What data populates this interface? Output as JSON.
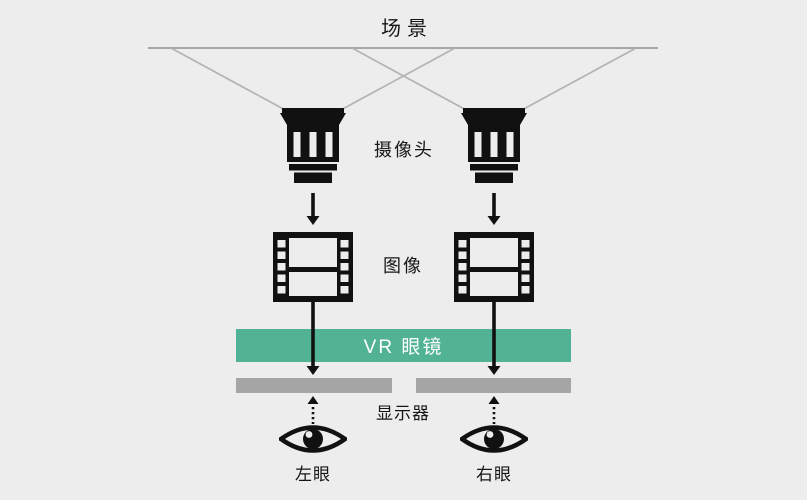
{
  "diagram": {
    "title_note": "VR stereo camera pipeline diagram",
    "labels": {
      "scene": "场景",
      "camera": "摄像头",
      "image": "图像",
      "vr_glasses": "VR 眼镜",
      "display": "显示器",
      "left_eye": "左眼",
      "right_eye": "右眼"
    },
    "colors": {
      "background": "#ededed",
      "accent_teal": "#52b296",
      "display_gray": "#a5a5a5",
      "fov_line_gray": "#b3b3b3",
      "scene_line_gray": "#a6a6a6",
      "icon_black": "#111111",
      "vr_text_white": "#ffffff"
    },
    "icons": [
      "camera-lens-icon",
      "film-strip-icon",
      "eye-icon",
      "arrow-down-icon",
      "dotted-arrow-up-icon"
    ]
  }
}
